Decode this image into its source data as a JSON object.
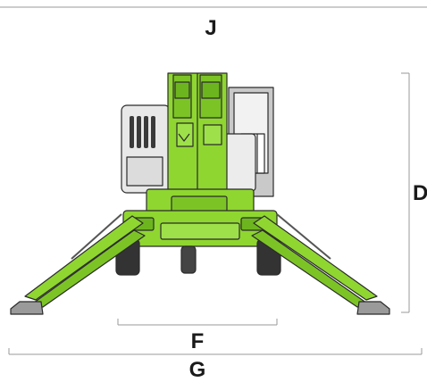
{
  "labels": {
    "top": "J",
    "right": "D",
    "inner_bottom": "F",
    "outer_bottom": "G"
  },
  "colors": {
    "machine_green": "#8fd631",
    "machine_green_dark": "#6db51e",
    "body_grey": "#e8e8e8",
    "basket_grey": "#c9c9c9",
    "tyre_black": "#333333",
    "dimension_line": "#9a9a9a"
  },
  "icons": {
    "machine": "spider-lift-front-view"
  }
}
